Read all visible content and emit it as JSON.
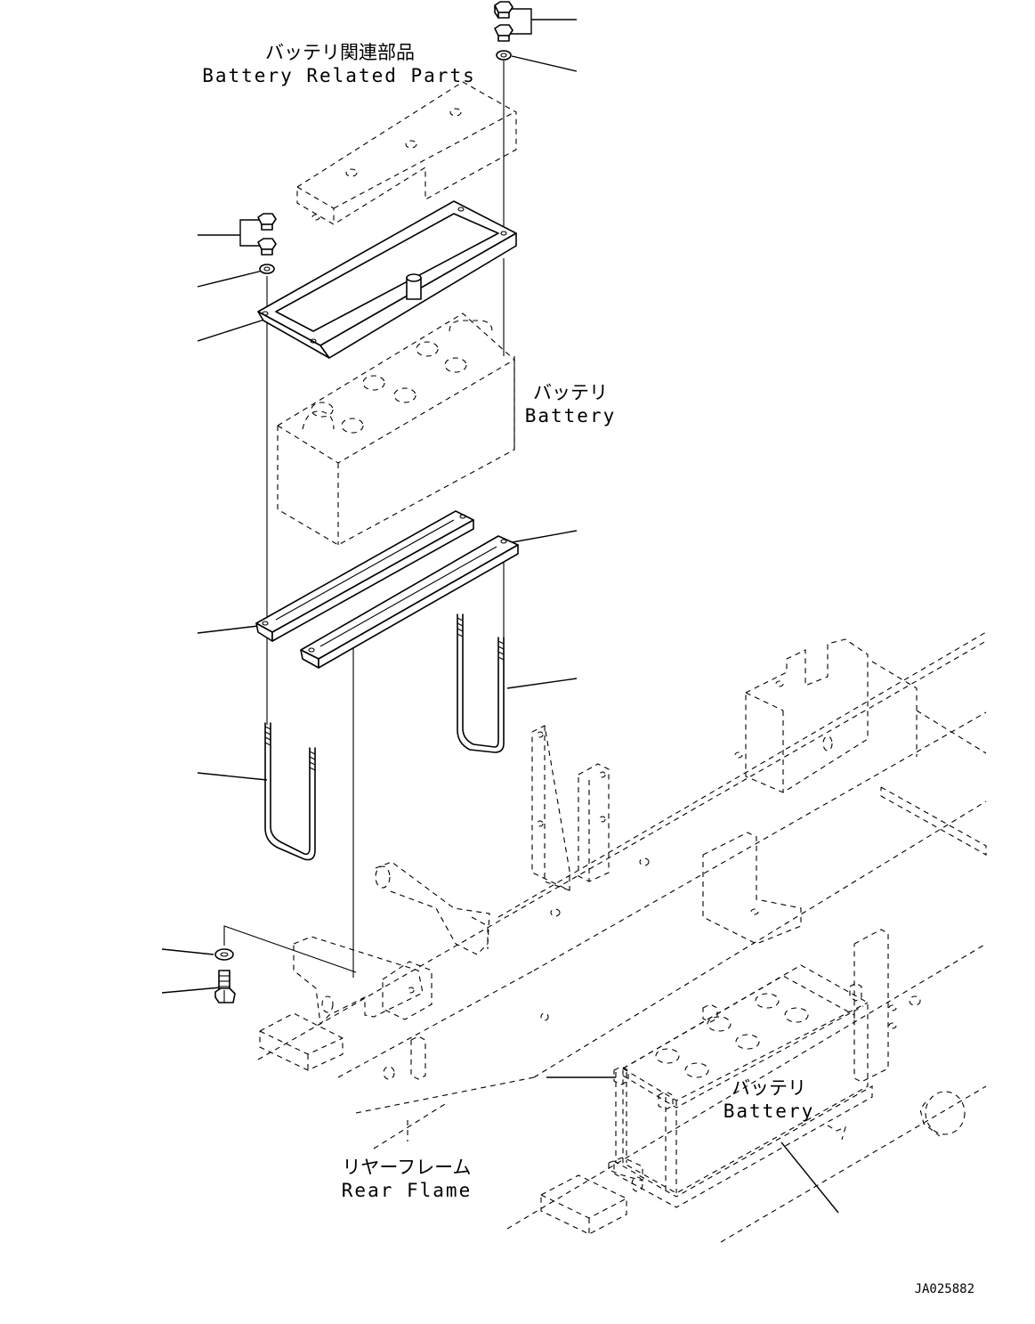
{
  "labels": {
    "battery_related_jp": "バッテリ関連部品",
    "battery_related_en": "Battery Related Parts",
    "battery_upper_jp": "バッテリ",
    "battery_upper_en": "Battery",
    "battery_lower_jp": "バッテリ",
    "battery_lower_en": "Battery",
    "rear_frame_jp": "リヤーフレーム",
    "rear_frame_en": "Rear Flame",
    "drawing_code": "JA025882"
  }
}
